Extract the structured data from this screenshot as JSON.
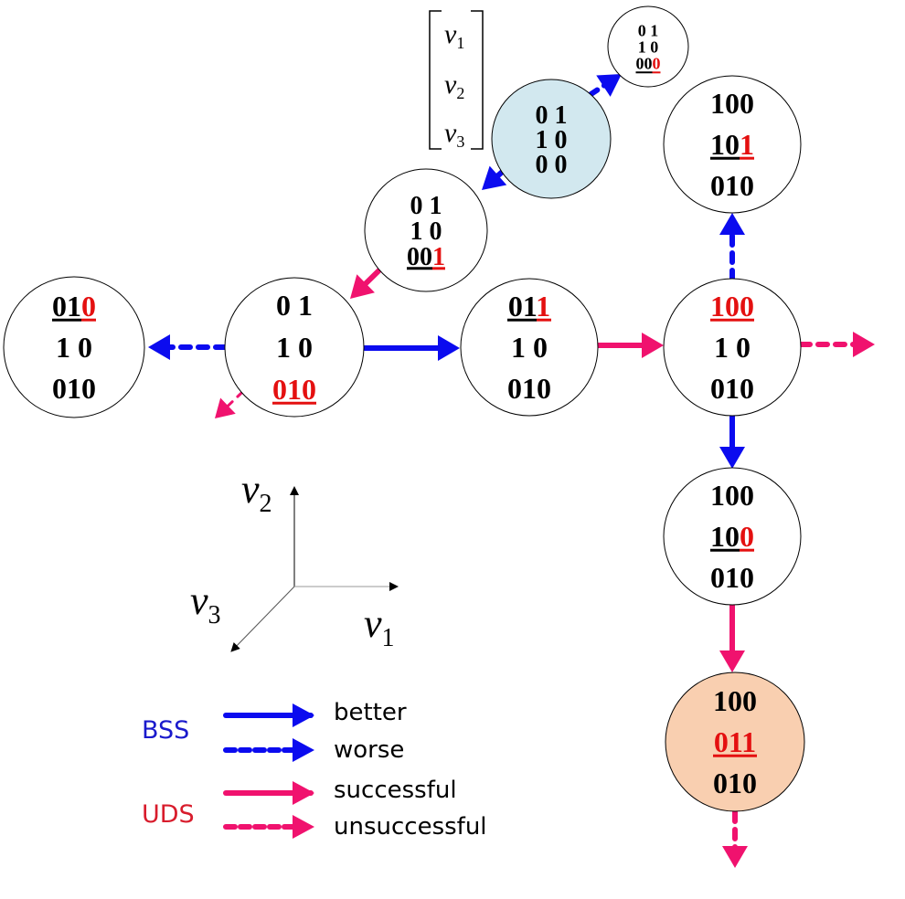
{
  "colors": {
    "bss": "#0b0bef",
    "uds": "#f0126e",
    "highlight_red": "#e41010",
    "start_fill": "#d2e8ef",
    "end_fill": "#f9cfb0",
    "text": "#000000",
    "bss_label": "#1a1acc",
    "uds_label": "#d81c2c"
  },
  "vector_label": {
    "items": [
      {
        "name": "v",
        "sub": "1"
      },
      {
        "name": "v",
        "sub": "2"
      },
      {
        "name": "v",
        "sub": "3"
      }
    ]
  },
  "nodes": [
    {
      "id": "start",
      "fill": "start",
      "rows": [
        {
          "black": "0 1",
          "red": "",
          "underline": "none"
        },
        {
          "black": "1 0",
          "red": "",
          "underline": "none"
        },
        {
          "black": "0 0",
          "red": "",
          "underline": "none"
        }
      ]
    },
    {
      "id": "n000",
      "fill": "none",
      "size": "small",
      "rows": [
        {
          "black": "0 1",
          "red": "",
          "underline": "none"
        },
        {
          "black": "1 0",
          "red": "",
          "underline": "none"
        },
        {
          "black": "00",
          "red": "0",
          "underline": "mixed"
        }
      ]
    },
    {
      "id": "n001",
      "fill": "none",
      "rows": [
        {
          "black": "0 1",
          "red": "",
          "underline": "none"
        },
        {
          "black": "1 0",
          "red": "",
          "underline": "none"
        },
        {
          "black": "00",
          "red": "1",
          "underline": "mixed"
        }
      ]
    },
    {
      "id": "n010",
      "fill": "none",
      "rows": [
        {
          "black": "0 1",
          "red": "",
          "underline": "none"
        },
        {
          "black": "1 0",
          "red": "",
          "underline": "none"
        },
        {
          "black": "",
          "red": "010",
          "underline": "red"
        }
      ]
    },
    {
      "id": "n010_010",
      "fill": "none",
      "rows": [
        {
          "black": "01",
          "red": "0",
          "underline": "mixed"
        },
        {
          "black": "1 0",
          "red": "",
          "underline": "none"
        },
        {
          "black": "010",
          "red": "",
          "underline": "none"
        }
      ]
    },
    {
      "id": "n011_010",
      "fill": "none",
      "rows": [
        {
          "black": "01",
          "red": "1",
          "underline": "mixed"
        },
        {
          "black": "1 0",
          "red": "",
          "underline": "none"
        },
        {
          "black": "010",
          "red": "",
          "underline": "none"
        }
      ]
    },
    {
      "id": "n100_10_010",
      "fill": "none",
      "rows": [
        {
          "black": "",
          "red": "100",
          "underline": "red"
        },
        {
          "black": "1 0",
          "red": "",
          "underline": "none"
        },
        {
          "black": "010",
          "red": "",
          "underline": "none"
        }
      ]
    },
    {
      "id": "n100_101_010",
      "fill": "none",
      "rows": [
        {
          "black": "100",
          "red": "",
          "underline": "none"
        },
        {
          "black": "10",
          "red": "1",
          "underline": "mixed"
        },
        {
          "black": "010",
          "red": "",
          "underline": "none"
        }
      ]
    },
    {
      "id": "n100_100_010",
      "fill": "none",
      "rows": [
        {
          "black": "100",
          "red": "",
          "underline": "none"
        },
        {
          "black": "10",
          "red": "0",
          "underline": "mixed"
        },
        {
          "black": "010",
          "red": "",
          "underline": "none"
        }
      ]
    },
    {
      "id": "end",
      "fill": "end",
      "rows": [
        {
          "black": "100",
          "red": "",
          "underline": "none"
        },
        {
          "black": "",
          "red": "011",
          "underline": "red"
        },
        {
          "black": "010",
          "red": "",
          "underline": "none"
        }
      ]
    }
  ],
  "edges": [
    {
      "from": "start",
      "to": "n000",
      "kind": "bss-worse"
    },
    {
      "from": "start",
      "to": "n001",
      "kind": "bss-better"
    },
    {
      "from": "n001",
      "to": "n010",
      "kind": "uds-successful"
    },
    {
      "from": "n010",
      "to": "n010_010",
      "kind": "bss-worse"
    },
    {
      "from": "n010",
      "to": "offscreen-sw",
      "kind": "uds-unsuccessful"
    },
    {
      "from": "n010",
      "to": "n011_010",
      "kind": "bss-better"
    },
    {
      "from": "n011_010",
      "to": "n100_10_010",
      "kind": "uds-successful"
    },
    {
      "from": "n100_10_010",
      "to": "n100_101_010",
      "kind": "bss-worse"
    },
    {
      "from": "n100_10_010",
      "to": "offscreen-e",
      "kind": "uds-unsuccessful"
    },
    {
      "from": "n100_10_010",
      "to": "n100_100_010",
      "kind": "bss-better"
    },
    {
      "from": "n100_100_010",
      "to": "end",
      "kind": "uds-successful"
    },
    {
      "from": "end",
      "to": "offscreen-s",
      "kind": "uds-unsuccessful"
    }
  ],
  "axes": {
    "labels": [
      {
        "name": "v",
        "sub": "2",
        "axis": "up"
      },
      {
        "name": "v",
        "sub": "1",
        "axis": "right"
      },
      {
        "name": "v",
        "sub": "3",
        "axis": "down-left"
      }
    ]
  },
  "legend": {
    "groups": [
      {
        "label": "BSS",
        "entries": [
          {
            "label": "better",
            "kind": "bss-better"
          },
          {
            "label": "worse",
            "kind": "bss-worse"
          }
        ]
      },
      {
        "label": "UDS",
        "entries": [
          {
            "label": "successful",
            "kind": "uds-successful"
          },
          {
            "label": "unsuccessful",
            "kind": "uds-unsuccessful"
          }
        ]
      }
    ]
  }
}
